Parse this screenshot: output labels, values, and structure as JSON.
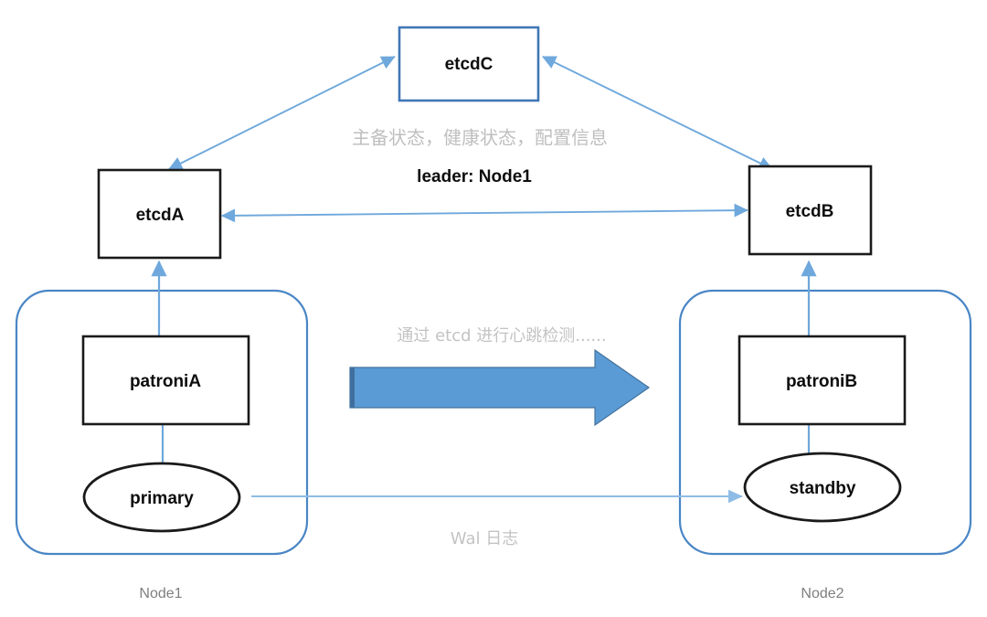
{
  "diagram": {
    "title": "Patroni + etcd high availability cluster topology",
    "colors": {
      "accent_blue": "#5b9bd5",
      "connector_blue": "#6fa8dc",
      "container_border": "#4a86c5",
      "box_border": "#1a1a1a",
      "gray_text": "#bfbfbf",
      "node_label": "#7f7f7f",
      "background": "#ffffff"
    },
    "nodes": {
      "etcdC": {
        "label": "etcdC",
        "border": "blue"
      },
      "etcdA": {
        "label": "etcdA",
        "border": "black"
      },
      "etcdB": {
        "label": "etcdB",
        "border": "black"
      },
      "patroniA": {
        "label": "patroniA",
        "border": "black"
      },
      "patroniB": {
        "label": "patroniB",
        "border": "black"
      },
      "primary": {
        "label": "primary",
        "shape": "ellipse"
      },
      "standby": {
        "label": "standby",
        "shape": "ellipse"
      }
    },
    "containers": {
      "node1": {
        "label": "Node1"
      },
      "node2": {
        "label": "Node2"
      }
    },
    "annotations": {
      "etcd_state": "主备状态，健康状态，配置信息",
      "leader": "leader: Node1",
      "heartbeat": "通过 etcd 进行心跳检测......",
      "wal": "Wal 日志"
    },
    "edges": [
      {
        "from": "etcdA",
        "to": "etcdC",
        "direction": "bidirectional"
      },
      {
        "from": "etcdB",
        "to": "etcdC",
        "direction": "bidirectional"
      },
      {
        "from": "etcdA",
        "to": "etcdB",
        "direction": "bidirectional"
      },
      {
        "from": "etcdA",
        "to": "patroniA",
        "direction": "bidirectional"
      },
      {
        "from": "etcdB",
        "to": "patroniB",
        "direction": "bidirectional"
      },
      {
        "from": "patroniA",
        "to": "primary",
        "direction": "down"
      },
      {
        "from": "patroniB",
        "to": "standby",
        "direction": "down"
      },
      {
        "from": "primary",
        "to": "standby",
        "direction": "right",
        "label": "Wal 日志"
      },
      {
        "from": "node1",
        "to": "node2",
        "direction": "right",
        "label": "通过 etcd 进行心跳检测......",
        "style": "block-arrow"
      }
    ]
  }
}
